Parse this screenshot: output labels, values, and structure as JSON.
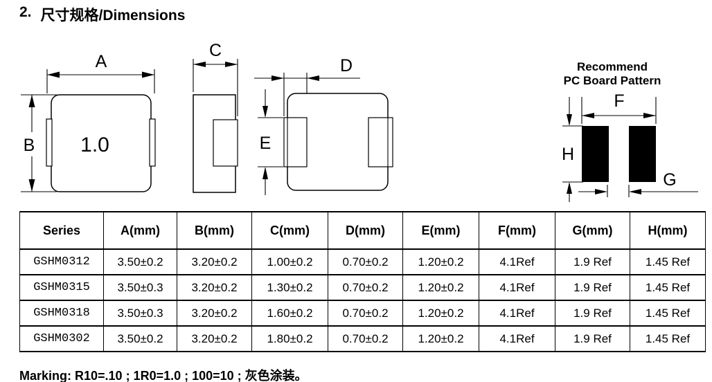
{
  "page": {
    "section_number": "2.",
    "section_title": "尺寸规格/Dimensions",
    "marking_note": "Marking: R10=.10 ; 1R0=1.0 ; 100=10 ; 灰色涂装。"
  },
  "drawings": {
    "top_view": {
      "dim_a": "A",
      "dim_b": "B",
      "marking": "1.0"
    },
    "side_view": {
      "dim_c": "C"
    },
    "bottom_view": {
      "dim_d": "D",
      "dim_e": "E"
    },
    "pcb_pattern": {
      "title_line1": "Recommend",
      "title_line2": "PC Board Pattern",
      "dim_f": "F",
      "dim_g": "G",
      "dim_h": "H"
    }
  },
  "table": {
    "headers": [
      "Series",
      "A(mm)",
      "B(mm)",
      "C(mm)",
      "D(mm)",
      "E(mm)",
      "F(mm)",
      "G(mm)",
      "H(mm)"
    ],
    "rows": [
      [
        "GSHM0312",
        "3.50±0.2",
        "3.20±0.2",
        "1.00±0.2",
        "0.70±0.2",
        "1.20±0.2",
        "4.1Ref",
        "1.9 Ref",
        "1.45 Ref"
      ],
      [
        "GSHM0315",
        "3.50±0.3",
        "3.20±0.2",
        "1.30±0.2",
        "0.70±0.2",
        "1.20±0.2",
        "4.1Ref",
        "1.9 Ref",
        "1.45 Ref"
      ],
      [
        "GSHM0318",
        "3.50±0.3",
        "3.20±0.2",
        "1.60±0.2",
        "0.70±0.2",
        "1.20±0.2",
        "4.1Ref",
        "1.9 Ref",
        "1.45 Ref"
      ],
      [
        "GSHM0302",
        "3.50±0.2",
        "3.20±0.2",
        "1.80±0.2",
        "0.70±0.2",
        "1.20±0.2",
        "4.1Ref",
        "1.9 Ref",
        "1.45 Ref"
      ]
    ]
  }
}
